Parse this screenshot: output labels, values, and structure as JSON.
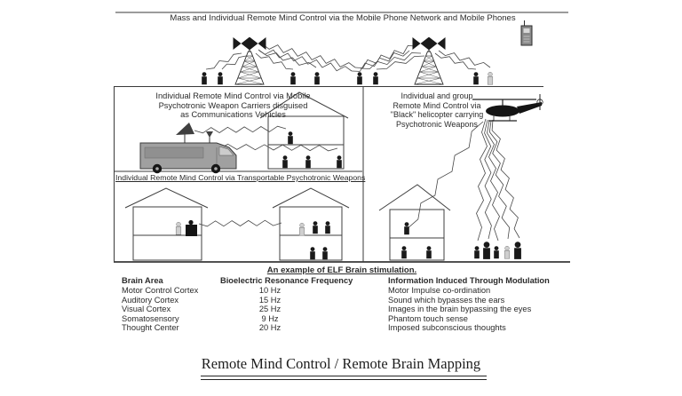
{
  "page": {
    "background": "#ffffff",
    "ink": "#2b2b2b",
    "van_gray": "#a0a0a0",
    "helicopter_black": "#141414"
  },
  "top_banner": {
    "title": "Mass and Individual Remote Mind Control via the Mobile Phone Network and Mobile Phones"
  },
  "van_section": {
    "label_lines": [
      "Individual Remote Mind Control via Mobile",
      "Psychotronic Weapon Carriers disguised",
      "as Communications Vehicles"
    ]
  },
  "helicopter_section": {
    "label_lines": [
      "Individual and group",
      "Remote Mind Control via",
      "\"Black\" helicopter carrying",
      "Psychotronic Weapons"
    ]
  },
  "transportable_section": {
    "label": "Individual Remote Mind Control via Transportable Psychotronic Weapons"
  },
  "elf_table": {
    "title": "An example of ELF Brain stimulation.",
    "headers": [
      "Brain Area",
      "Bioelectric Resonance Frequency",
      "Information Induced Through Modulation"
    ],
    "rows": [
      {
        "brain_area": "Motor Control Cortex",
        "frequency": "10 Hz",
        "information": "Motor Impulse co-ordination"
      },
      {
        "brain_area": "Auditory Cortex",
        "frequency": "15 Hz",
        "information": "Sound which bypasses the ears"
      },
      {
        "brain_area": "Visual Cortex",
        "frequency": "25 Hz",
        "information": "Images in the brain bypassing the eyes"
      },
      {
        "brain_area": "Somatosensory",
        "frequency": "9 Hz",
        "information": "Phantom touch sense"
      },
      {
        "brain_area": "Thought Center",
        "frequency": "20 Hz",
        "information": "Imposed subconscious thoughts"
      }
    ]
  },
  "footer": {
    "title": "Remote Mind Control / Remote Brain Mapping"
  },
  "icons": {
    "towers": "radio-tower-icon",
    "people": "person-icon",
    "phone": "mobile-phone-icon",
    "van": "surveillance-van-icon",
    "dish": "satellite-dish-icon",
    "helicopter": "black-helicopter-icon",
    "houses": "house-icon",
    "beams": "zigzag-beam-icon",
    "device": "psychotronic-device-icon"
  }
}
